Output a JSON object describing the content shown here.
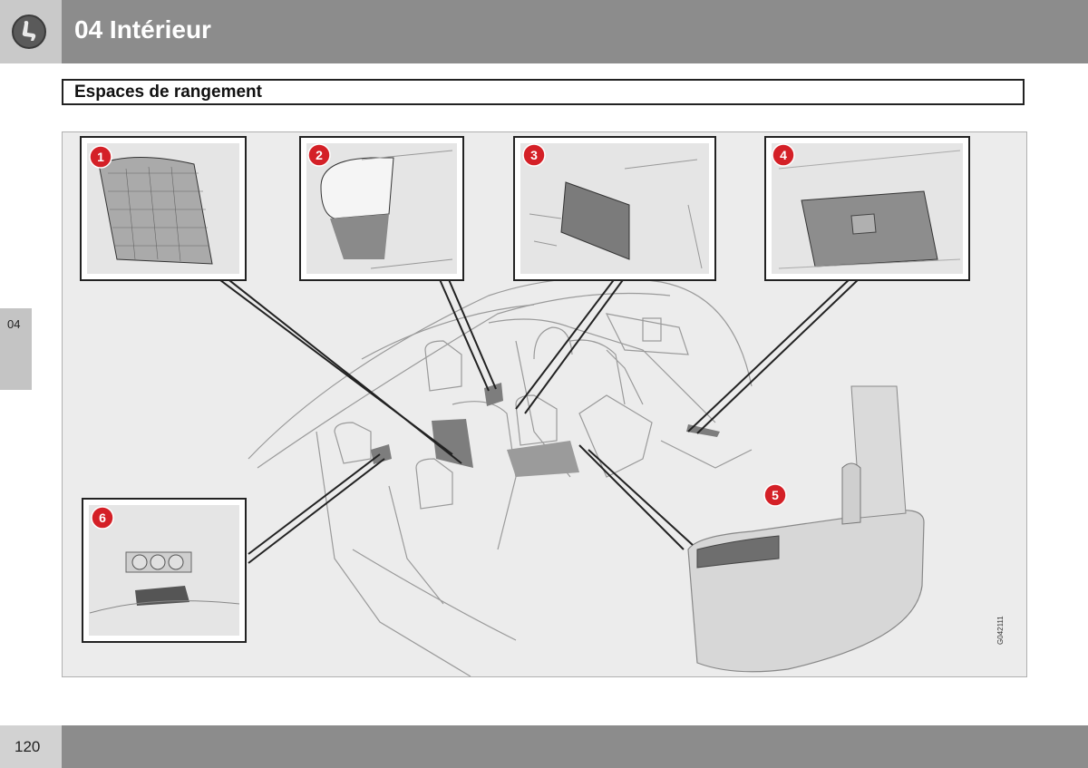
{
  "header": {
    "icon": "seat-icon",
    "chapter_title": "04 Intérieur"
  },
  "section": {
    "title": "Espaces de rangement"
  },
  "side_tab": {
    "label": "04"
  },
  "illustration": {
    "image_code": "G042111",
    "callouts": [
      "1",
      "2",
      "3",
      "4",
      "5",
      "6"
    ],
    "accent_color": "#d42027"
  },
  "footer": {
    "page_number": "120"
  }
}
